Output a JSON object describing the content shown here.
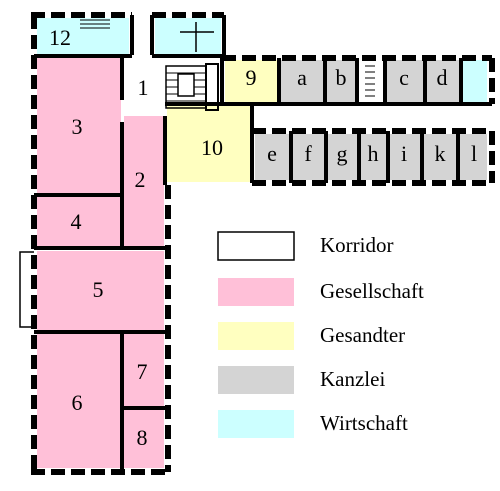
{
  "colors": {
    "korridor": "#ffffff",
    "gesellschaft": "#ffc0d8",
    "gesandter": "#ffffc0",
    "kanzlei": "#d4d4d4",
    "wirtschaft": "#ccffff",
    "wall": "#000000"
  },
  "rooms": {
    "r1": "1",
    "r2": "2",
    "r3": "3",
    "r4": "4",
    "r5": "5",
    "r6": "6",
    "r7": "7",
    "r8": "8",
    "r9": "9",
    "r10": "10",
    "r12": "12",
    "ra": "a",
    "rb": "b",
    "rc": "c",
    "rd": "d",
    "re": "e",
    "rf": "f",
    "rg": "g",
    "rh": "h",
    "ri": "i",
    "rk": "k",
    "rl": "l"
  },
  "legend": {
    "korridor": "Korridor",
    "gesellschaft": "Gesellschaft",
    "gesandter": "Gesandter",
    "kanzlei": "Kanzlei",
    "wirtschaft": "Wirtschaft"
  }
}
